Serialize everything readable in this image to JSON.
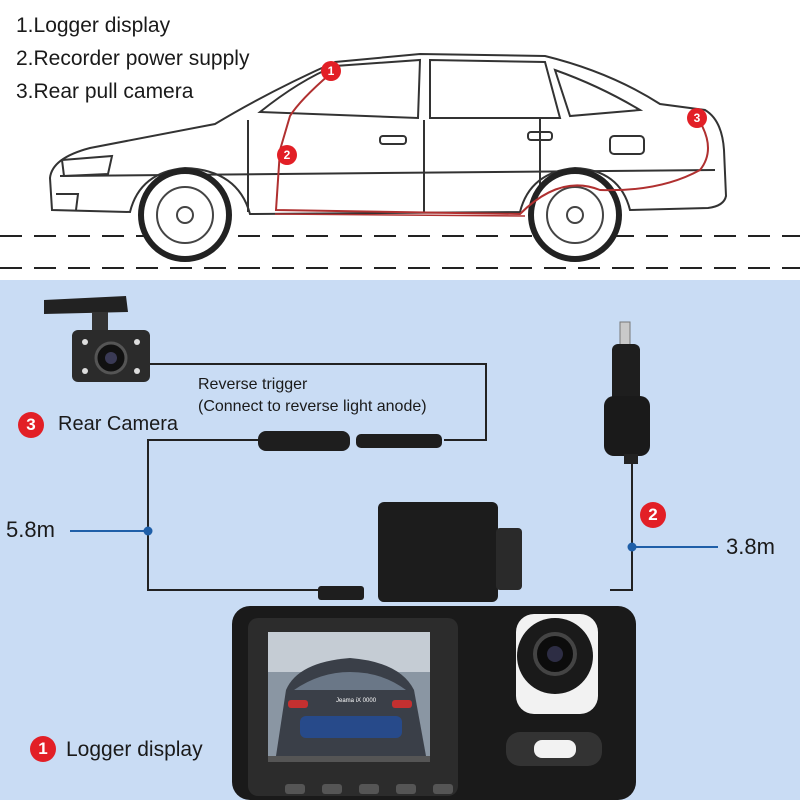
{
  "legend": {
    "item1": "1.Logger display",
    "item2": "2.Recorder power supply",
    "item3": "3.Rear pull camera"
  },
  "car_markers": [
    "1",
    "2",
    "3"
  ],
  "reverse_trigger": {
    "line1": "Reverse trigger",
    "line2": "(Connect to reverse light anode)"
  },
  "rear_camera": {
    "number": "3",
    "label": "Rear Camera"
  },
  "power": {
    "number": "2"
  },
  "logger": {
    "number": "1",
    "label": "Logger display"
  },
  "cable_lengths": {
    "left": "5.8m",
    "right": "3.8m"
  },
  "colors": {
    "badge": "#e21f26",
    "background": "#c9dcf4",
    "cable": "#222222",
    "wiring": "#b03030",
    "marker": "#1f5fa8"
  },
  "screen_plate": "Jeama iX 0000"
}
